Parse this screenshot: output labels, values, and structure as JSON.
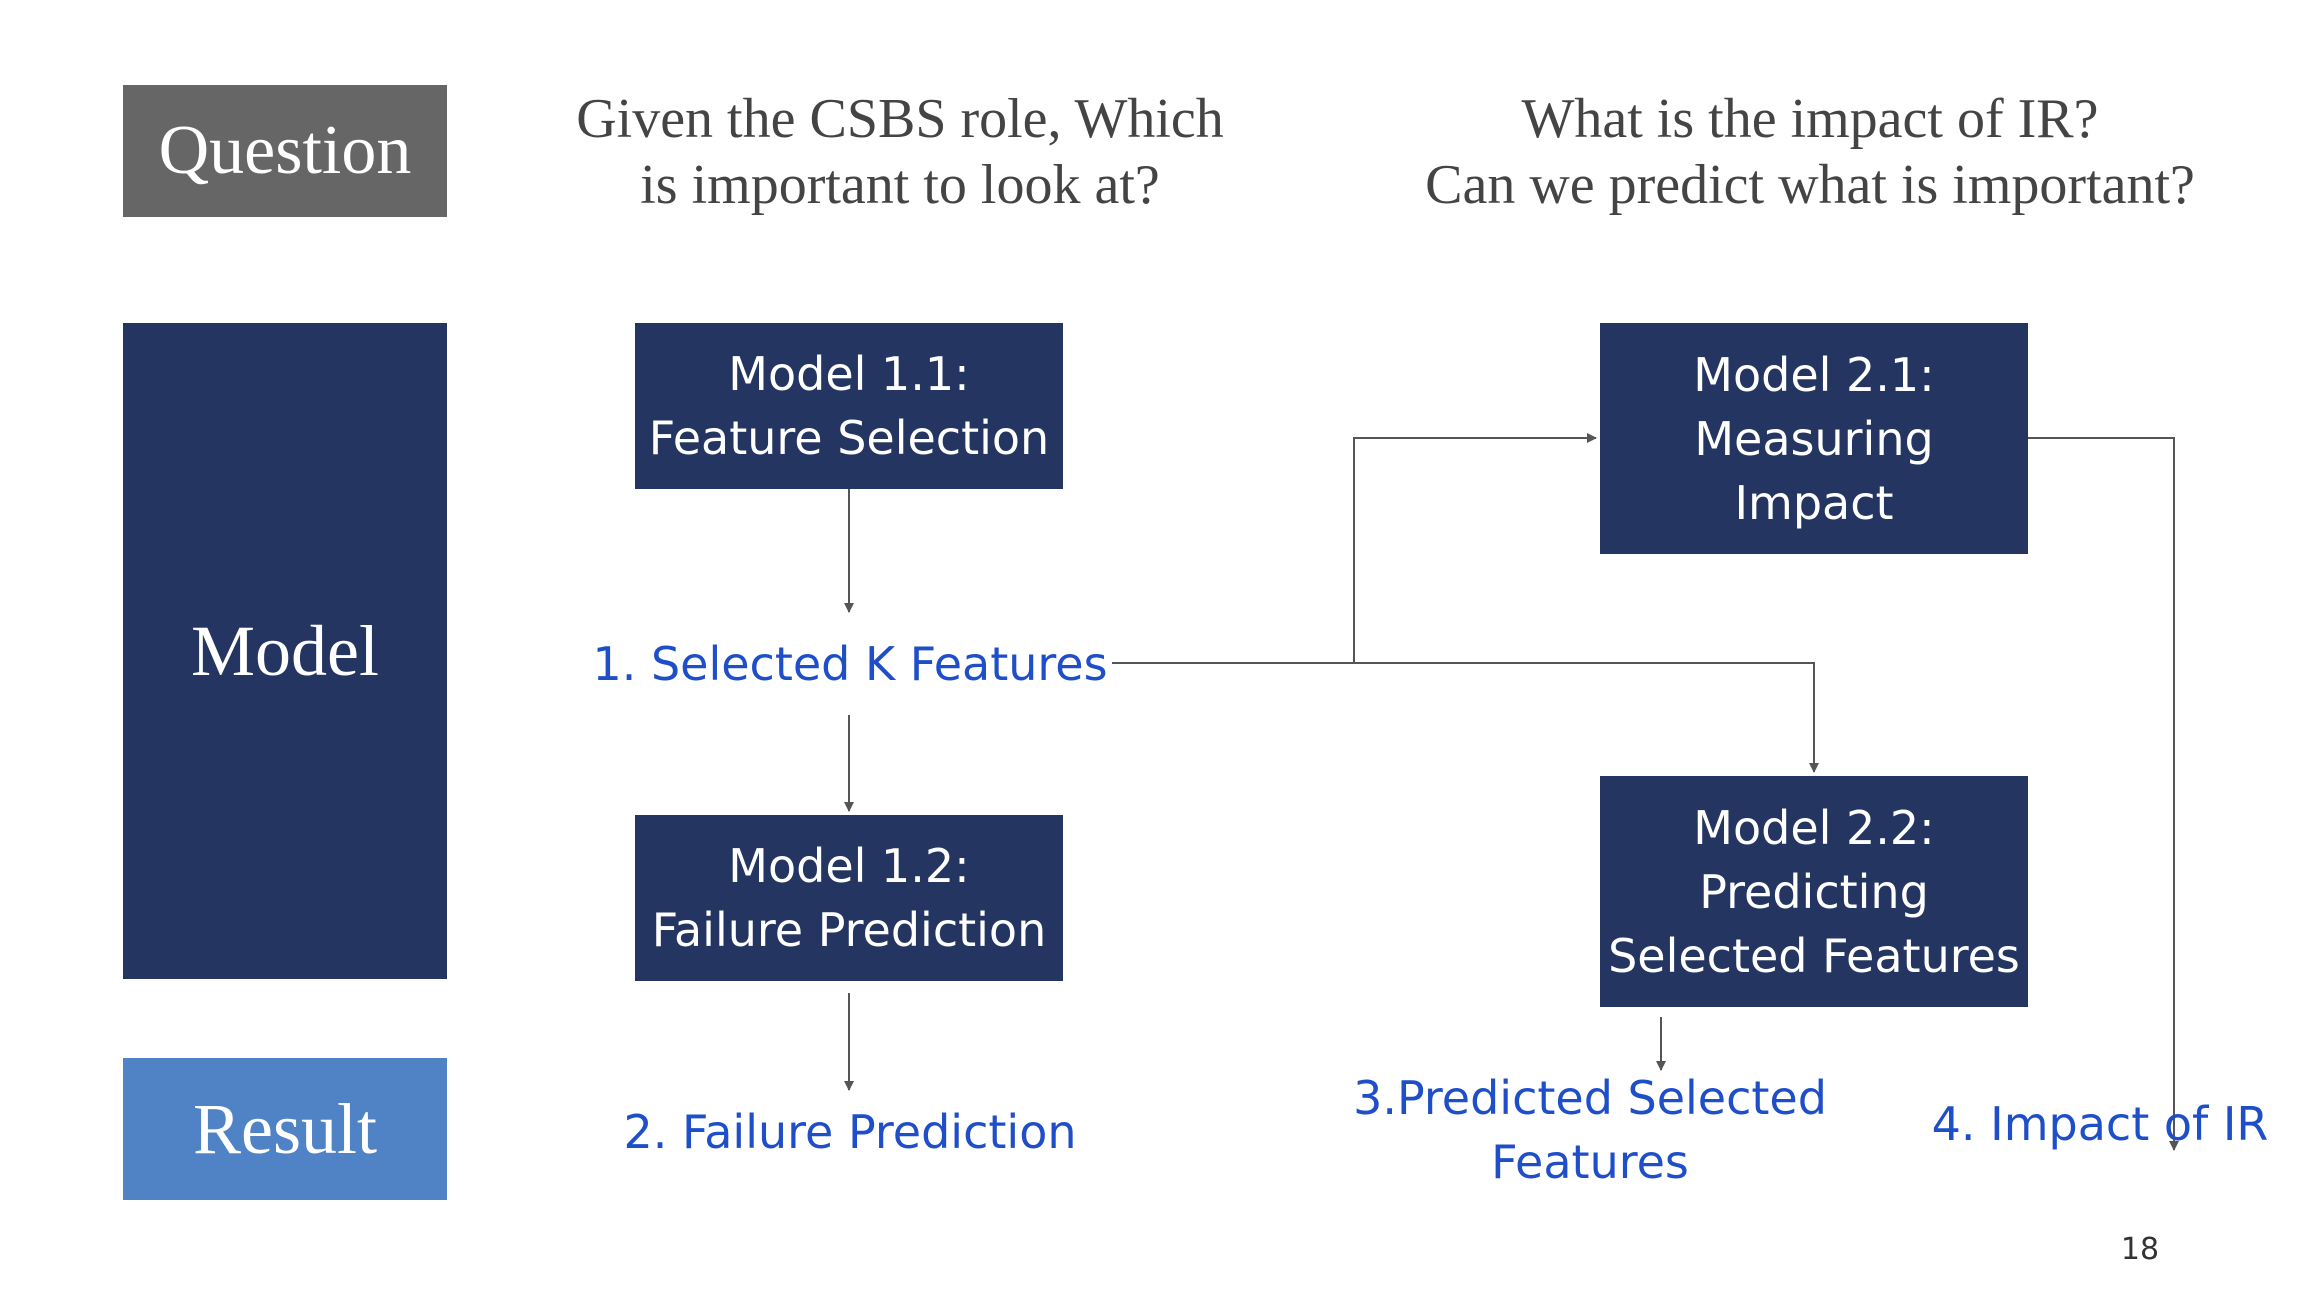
{
  "row_labels": {
    "question": "Question",
    "model": "Model",
    "result": "Result"
  },
  "questions": {
    "left": [
      "Given the CSBS role, Which",
      "is important to look at?"
    ],
    "right": [
      "What is the impact of IR?",
      "Can we predict what is important?"
    ]
  },
  "nodes": {
    "model_1_1": [
      "Model 1.1:",
      "Feature Selection"
    ],
    "model_1_2": [
      "Model 1.2:",
      "Failure Prediction"
    ],
    "model_2_1": [
      "Model 2.1:",
      "Measuring",
      "Impact"
    ],
    "model_2_2": [
      "Model 2.2:",
      "Predicting",
      "Selected Features"
    ]
  },
  "outputs": {
    "selected_k_features": "1. Selected K Features",
    "failure_prediction": "2. Failure Prediction",
    "predicted_selected_features": [
      "3.Predicted Selected",
      "Features"
    ],
    "impact_of_ir": "4. Impact of IR"
  },
  "page_number": "18",
  "colors": {
    "navy": "#233560",
    "gray": "#666666",
    "result_blue": "#5083C6",
    "output_text": "#1F4FC8",
    "connector": "#555555"
  }
}
